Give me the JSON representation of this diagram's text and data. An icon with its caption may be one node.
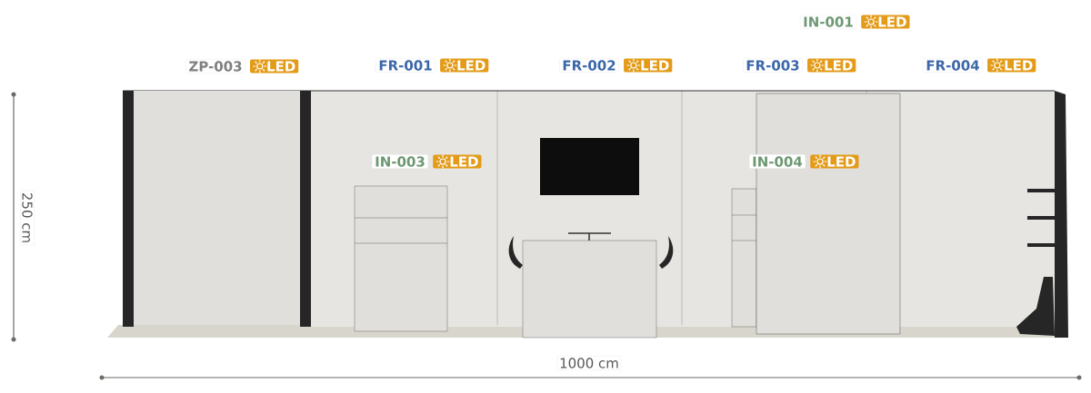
{
  "diagram": {
    "labels": [
      "IN-001",
      "LED",
      "ZP-003",
      "LED",
      "FR-001",
      "LED",
      "FR-002",
      "LED",
      "FR-003",
      "LED",
      "FR-004",
      "LED",
      "IN-003",
      "LED",
      "IN-004",
      "LED",
      "250 cm",
      "1000 cm"
    ]
  }
}
